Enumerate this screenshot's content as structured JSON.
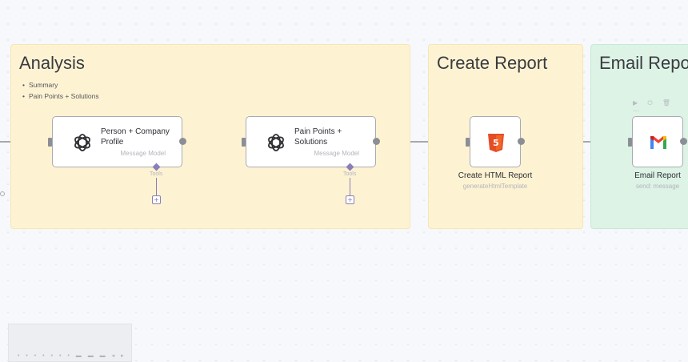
{
  "groups": {
    "analysis": {
      "title": "Analysis",
      "bullets": [
        "Summary",
        "Pain Points + Solutions"
      ]
    },
    "report": {
      "title": "Create Report"
    },
    "email": {
      "title": "Email Report"
    }
  },
  "nodes": {
    "person": {
      "title": "Person + Company Profile",
      "subtitle": "Message Model",
      "tools_label": "Tools",
      "icon": "openai-icon"
    },
    "pain": {
      "title": "Pain Points + Solutions",
      "subtitle": "Message Model",
      "tools_label": "Tools",
      "icon": "openai-icon"
    },
    "html": {
      "title": "Create HTML Report",
      "subtitle": "generateHtmlTemplate",
      "icon": "html5-icon"
    },
    "gmail": {
      "title": "Email Report",
      "subtitle": "send: message",
      "icon": "gmail-icon"
    }
  },
  "colors": {
    "analysis_bg": "#fdf3d3",
    "email_bg": "#dcf3e6",
    "connector": "#8c8e95",
    "tool_accent": "#8a7fb7",
    "html5": "#e44d26"
  }
}
